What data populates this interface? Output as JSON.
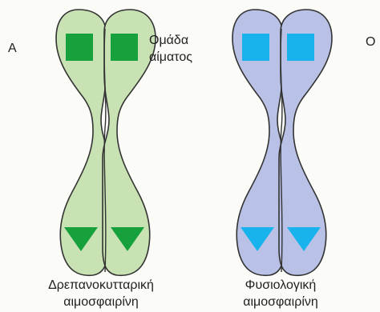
{
  "labels": {
    "letter_a": "A",
    "letter_o": "O",
    "blood_group_line1": "Ομάδα",
    "blood_group_line2": "αίματος",
    "sickle_line1": "Δρεπανοκυτταρική",
    "sickle_line2": "αιμοσφαιρίνη",
    "normal_line1": "Φυσιολογική",
    "normal_line2": "αιμοσφαιρίνη"
  },
  "colors": {
    "chromosome_green_fill": "#c8e2b4",
    "chromosome_green_marker": "#17a13c",
    "chromosome_blue_fill": "#b9c2e6",
    "chromosome_blue_marker": "#18b2ec",
    "outline": "#333333"
  },
  "chromosomes": [
    {
      "name": "chromosome-sickle",
      "top_marker": "square",
      "bottom_marker": "triangle",
      "color_scheme": "green"
    },
    {
      "name": "chromosome-normal",
      "top_marker": "square",
      "bottom_marker": "triangle",
      "color_scheme": "blue"
    }
  ]
}
